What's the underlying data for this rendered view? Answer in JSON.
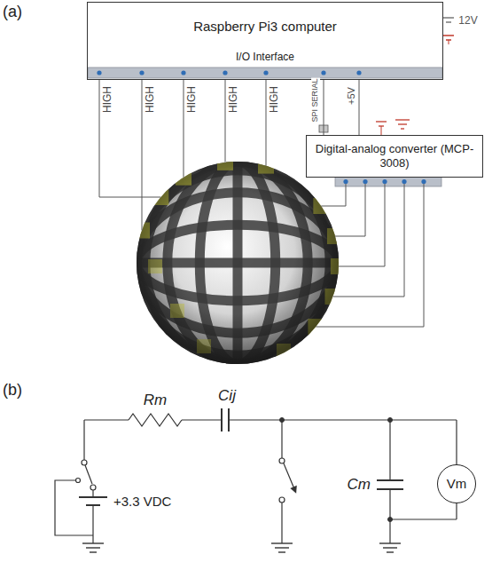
{
  "diagram": {
    "nodes": [
      {
        "text": [
          "Raspberry Pi3 computer"
        ]
      },
      {
        "text": [
          "I/O Interface"
        ],
        "in": 0
      },
      {
        "text": [
          "Digital-analog converter (MCP-3008)"
        ]
      },
      {
        "text": [
          "Vm"
        ]
      }
    ],
    "edges": [
      {
        "from": 1,
        "to": 2,
        "arrow": "none",
        "label": "SPI SERIAL"
      },
      {
        "from": 1,
        "to": 2,
        "arrow": "none",
        "label": "+5V"
      }
    ],
    "labels": [
      "(a)",
      "12V",
      "HIGH",
      "HIGH",
      "HIGH",
      "HIGH",
      "HIGH",
      "(b)",
      "Rm",
      "Cij",
      "+3.3 VDC",
      "Cm"
    ]
  }
}
